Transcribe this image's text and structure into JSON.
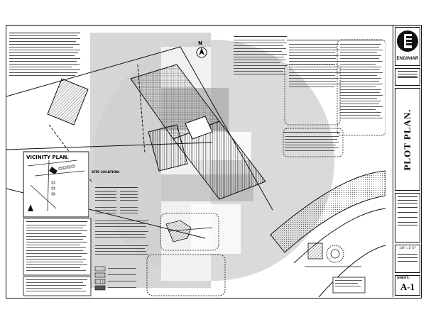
{
  "general_notes": {
    "title": "GENERAL NOTES:"
  },
  "vicinity_plan": {
    "title": "VICINITY PLAN.",
    "site_label": "SITE LOCATION:"
  },
  "north_arrow": {
    "label": "N"
  },
  "title_block": {
    "firm_name": "ENGINIAR",
    "drawing_title": "PLOT PLAN.",
    "sheet_label": "SHEET:",
    "sheet_number": "A-1",
    "scale_value": "1/8\"=1'-0\""
  },
  "colors": {
    "ink": "#111111",
    "watermark": "#d0d0d0",
    "watermark_dark": "#9a9a9a"
  }
}
